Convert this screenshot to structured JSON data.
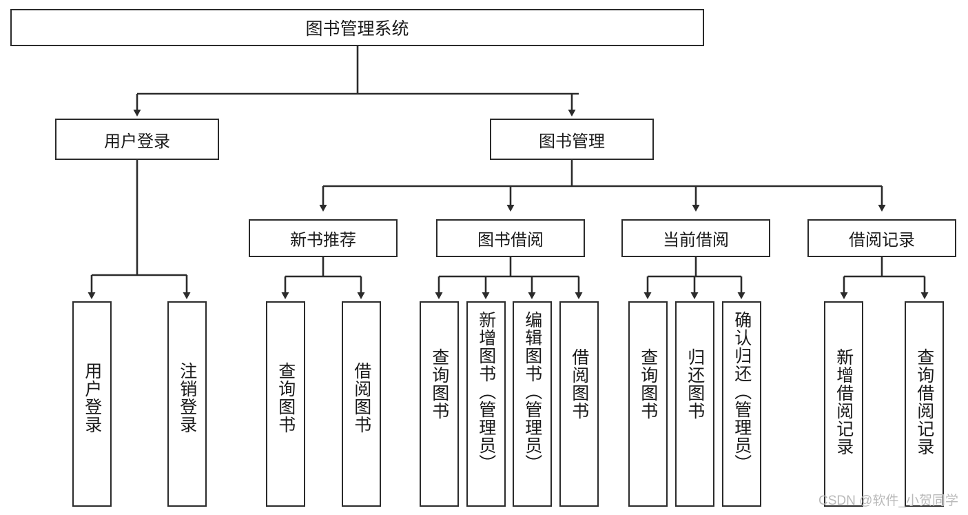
{
  "diagram": {
    "type": "tree-hierarchy-flowchart",
    "title": "图书管理系统",
    "line_color": "#2b2b2b",
    "box_fill": "#ffffff",
    "text_color": "#1a1a1a",
    "root": {
      "label": "图书管理系统"
    },
    "level2": [
      {
        "label": "用户登录"
      },
      {
        "label": "图书管理"
      }
    ],
    "level3": [
      {
        "label": "新书推荐"
      },
      {
        "label": "图书借阅"
      },
      {
        "label": "当前借阅"
      },
      {
        "label": "借阅记录"
      }
    ],
    "leaves": {
      "user_login": [
        {
          "label": "用户登录"
        },
        {
          "label": "注销登录"
        }
      ],
      "new_book_recommend": [
        {
          "label": "查询图书"
        },
        {
          "label": "借阅图书"
        }
      ],
      "book_borrow": [
        {
          "label": "查询图书"
        },
        {
          "label": "新增图书（管理员）"
        },
        {
          "label": "编辑图书（管理员）"
        },
        {
          "label": "借阅图书"
        }
      ],
      "current_borrow": [
        {
          "label": "查询图书"
        },
        {
          "label": "归还图书"
        },
        {
          "label": "确认归还（管理员）"
        }
      ],
      "borrow_record": [
        {
          "label": "新增借阅记录"
        },
        {
          "label": "查询借阅记录"
        }
      ]
    }
  },
  "watermark": {
    "text": "CSDN @软件_小贺同学"
  }
}
